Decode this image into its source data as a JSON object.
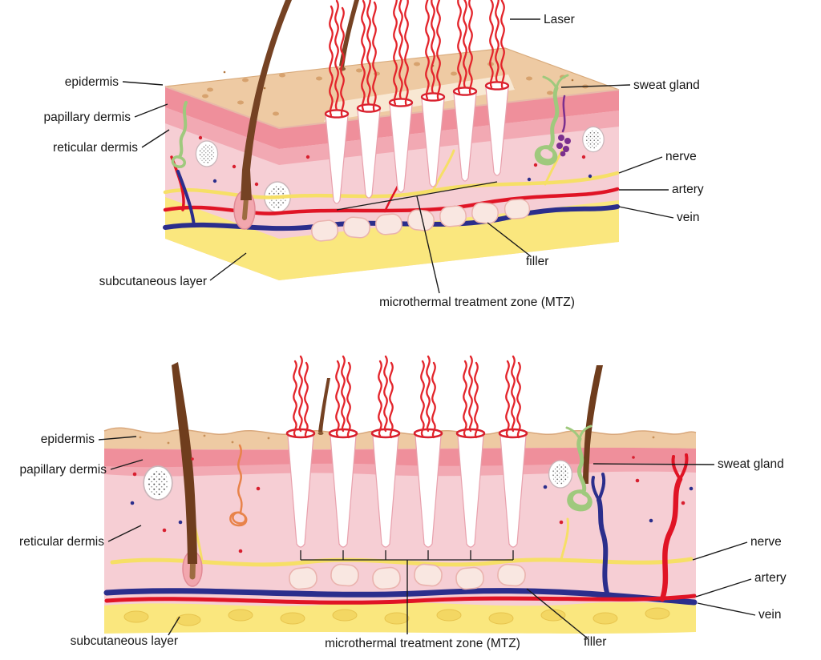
{
  "panels": [
    {
      "id": "perspective-view",
      "labels": {
        "laser": "Laser",
        "epidermis": "epidermis",
        "papillary_dermis": "papillary dermis",
        "reticular_dermis": "reticular dermis",
        "sweat_gland": "sweat gland",
        "nerve": "nerve",
        "artery": "artery",
        "vein": "vein",
        "subcutaneous_layer": "subcutaneous layer",
        "filler": "filler",
        "mtz": "microthermal treatment zone (MTZ)"
      }
    },
    {
      "id": "cross-section-view",
      "labels": {
        "epidermis": "epidermis",
        "papillary_dermis": "papillary dermis",
        "reticular_dermis": "reticular dermis",
        "sweat_gland": "sweat gland",
        "nerve": "nerve",
        "artery": "artery",
        "vein": "vein",
        "subcutaneous_layer": "subcutaneous layer",
        "filler": "filler",
        "mtz": "microthermal treatment zone (MTZ)"
      }
    }
  ],
  "palette": {
    "epidermis_tan": "#eecaa3",
    "epidermis_pink": "#ef8f9b",
    "papillary_pink": "#f2a9b3",
    "dermis_pink": "#f6ced4",
    "subcutaneous_yellow": "#fae77e",
    "laser_red": "#e3242b",
    "artery_red": "#e01425",
    "vein_blue": "#2b2e8c",
    "nerve_yellow": "#f6df66",
    "sweat_gland_green": "#9fc97d",
    "hair_brown": "#6f3d1d",
    "filler_cream": "#f9e7e1",
    "label_text": "#1a1a1a"
  }
}
